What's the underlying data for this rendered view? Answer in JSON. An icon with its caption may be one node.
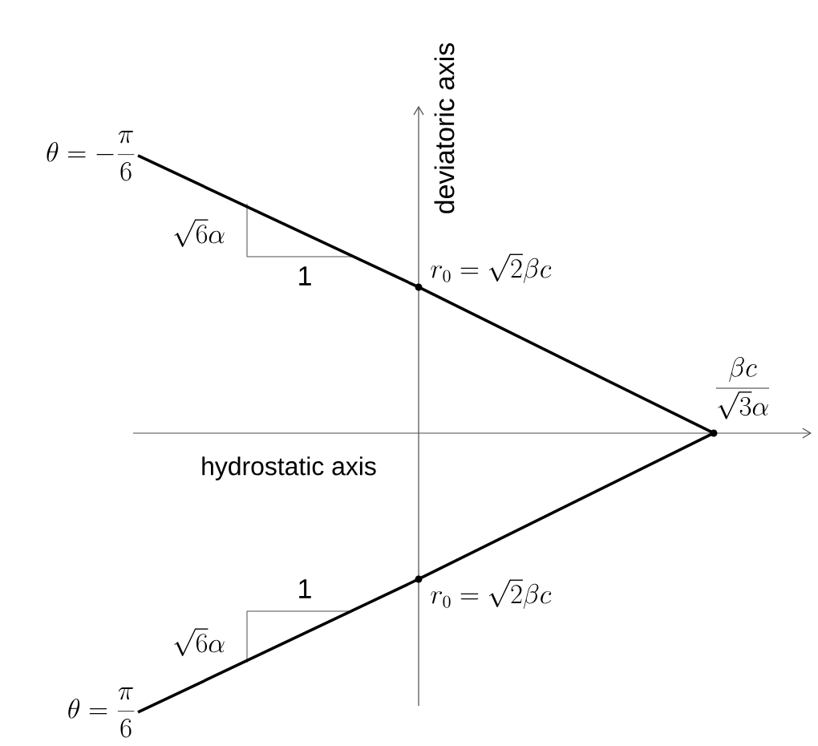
{
  "diagram": {
    "nodes": [
      {
        "text": [
          "\\theta = -\\frac{\\pi}{6}"
        ]
      },
      {
        "text": [
          "\\theta = \\frac{\\pi}{6}"
        ]
      },
      {
        "text": [],
        "shape": "circle",
        "beside": [
          "\\frac{\\beta c}{\\sqrt{3}\\alpha}"
        ]
      },
      {
        "text": [],
        "shape": "circle",
        "beside": [
          "r_0 = \\sqrt{2}\\beta c"
        ]
      },
      {
        "text": [],
        "shape": "circle",
        "beside": [
          "r_0 = \\sqrt{2}\\beta c"
        ]
      }
    ],
    "edges": [
      {
        "from": 0,
        "to": 3,
        "arrow": "none"
      },
      {
        "from": 3,
        "to": 2,
        "arrow": "none"
      },
      {
        "from": 1,
        "to": 4,
        "arrow": "none"
      },
      {
        "from": 4,
        "to": 2,
        "arrow": "none"
      }
    ],
    "labels": [
      "deviatoric axis",
      "\\sqrt{6}\\alpha",
      "1",
      "hydrostatic axis",
      "1",
      "\\sqrt{6}\\alpha"
    ]
  }
}
